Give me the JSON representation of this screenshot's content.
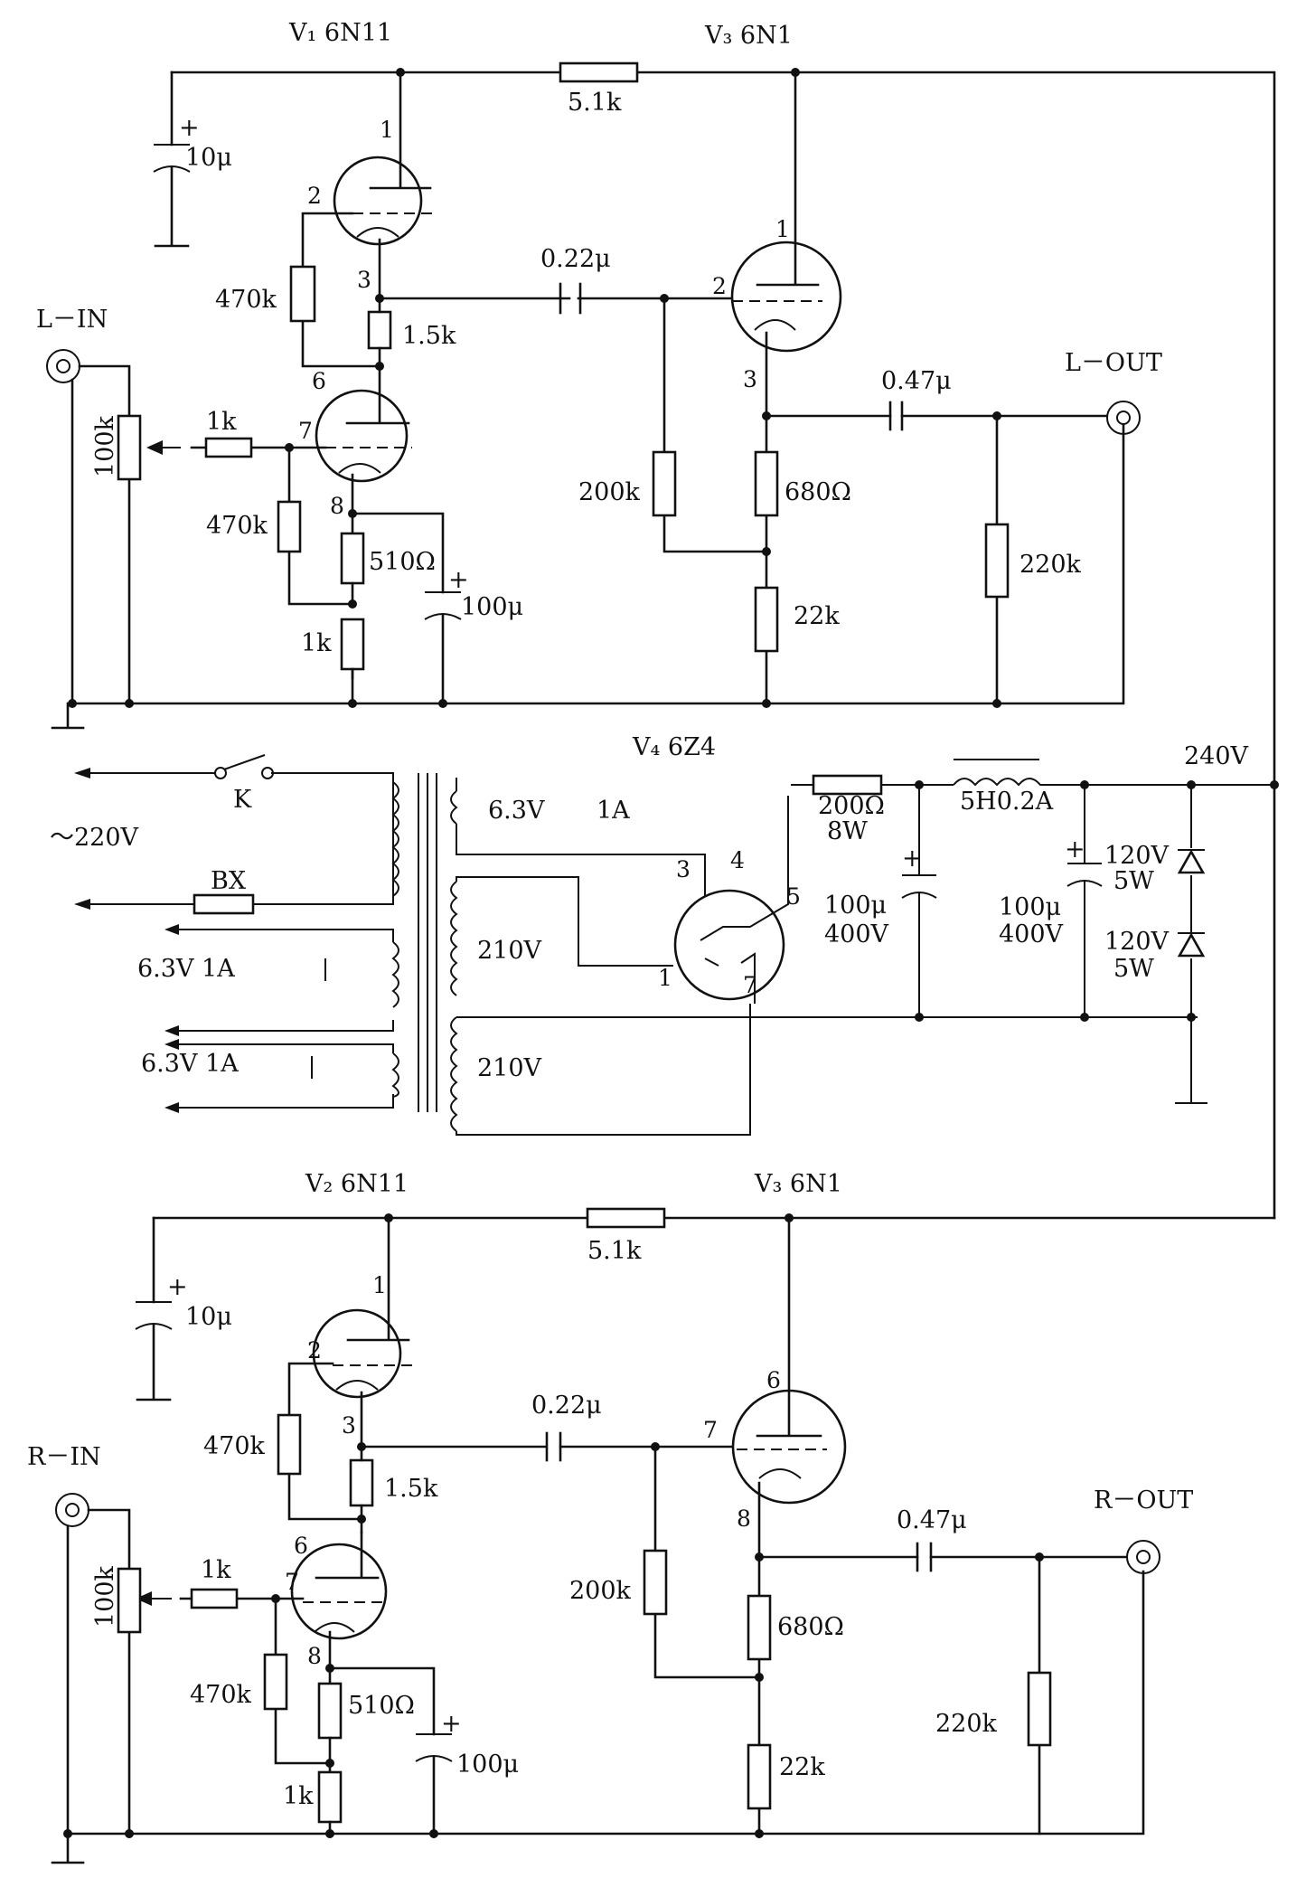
{
  "tubes": {
    "v1": "V₁ 6N11",
    "v2": "V₂ 6N11",
    "v3_top": "V₃ 6N1",
    "v3_bottom": "V₃ 6N1",
    "v4": "V₄ 6Z4"
  },
  "ports": {
    "l_in": "L－IN",
    "l_out": "L－OUT",
    "r_in": "R－IN",
    "r_out": "R－OUT"
  },
  "left_channel": {
    "r_anode_feed": "5.1k",
    "c_supply": "10μ",
    "r_grid_470k_upper": "470k",
    "r_1_5k": "1.5k",
    "c_coupling": "0.22μ",
    "pot": "100k",
    "r_grid_stop": "1k",
    "r_grid_470k_lower": "470k",
    "r_cathode_510": "510Ω",
    "r_cathode_1k": "1k",
    "c_cathode": "100μ",
    "r_200k": "200k",
    "r_680": "680Ω",
    "r_22k": "22k",
    "c_out": "0.47μ",
    "r_out": "220k",
    "pins": {
      "a1": "1",
      "a2": "2",
      "a3": "3",
      "a6": "6",
      "a7": "7",
      "a8": "8",
      "b1": "1",
      "b2": "2",
      "b3": "3"
    }
  },
  "power_supply": {
    "switch": "K",
    "mains": "～220V",
    "fuse": "BX",
    "heater1": "6.3V 1A",
    "heater2": "6.3V 1A",
    "sec_heater_v": "6.3V",
    "sec_heater_a": "1A",
    "sec_hv1": "210V",
    "sec_hv2": "210V",
    "r_series": "200Ω",
    "r_series_w": "8W",
    "choke": "5H0.2A",
    "c1_value": "100μ",
    "c1_voltage": "400V",
    "c2_value": "100μ",
    "c2_voltage": "400V",
    "zener1_v": "120V",
    "zener1_w": "5W",
    "zener2_v": "120V",
    "zener2_w": "5W",
    "b_plus": "240V",
    "pins": {
      "p1": "1",
      "p4": "4",
      "p5": "5",
      "p7": "7",
      "p3": "3"
    }
  },
  "right_channel": {
    "r_anode_feed": "5.1k",
    "c_supply": "10μ",
    "r_grid_470k_upper": "470k",
    "r_1_5k": "1.5k",
    "c_coupling": "0.22μ",
    "pot": "100k",
    "r_grid_stop": "1k",
    "r_grid_470k_lower": "470k",
    "r_cathode_510": "510Ω",
    "r_cathode_1k": "1k",
    "c_cathode": "100μ",
    "r_200k": "200k",
    "r_680": "680Ω",
    "r_22k": "22k",
    "c_out": "0.47μ",
    "r_out": "220k",
    "pins": {
      "a1": "1",
      "a2": "2",
      "a3": "3",
      "a6": "6",
      "a7": "7",
      "a8": "8",
      "b6": "6",
      "b7": "7",
      "b8": "8"
    }
  },
  "plus_sign": "+"
}
